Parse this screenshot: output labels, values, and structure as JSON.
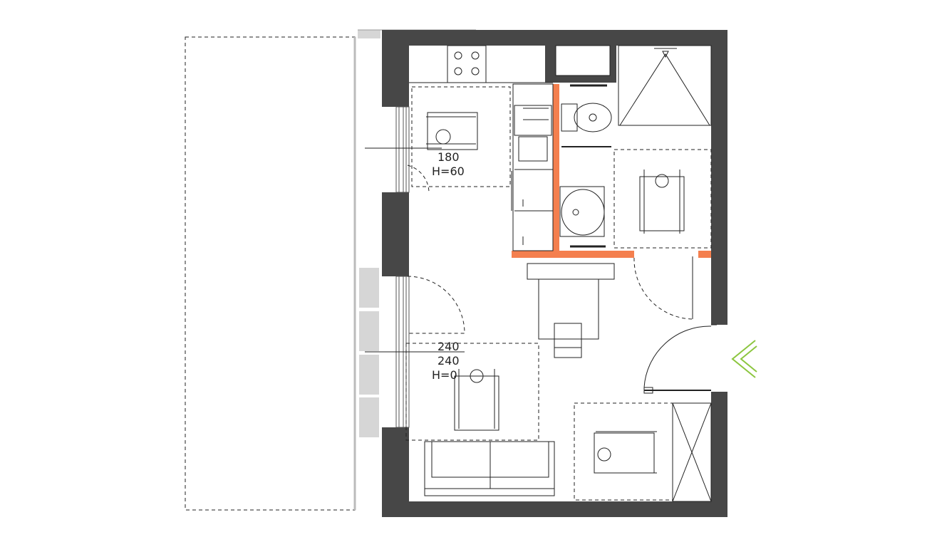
{
  "plan": {
    "dimension_labels": [
      {
        "id": "window-top-width",
        "text": "180"
      },
      {
        "id": "window-top-height",
        "text": "H=60"
      },
      {
        "id": "window-bottom-width-1",
        "text": "240"
      },
      {
        "id": "window-bottom-width-2",
        "text": "240"
      },
      {
        "id": "window-bottom-height",
        "text": "H=0"
      }
    ],
    "range_labels": [
      {
        "id": "stove-burner-1",
        "text": ""
      }
    ],
    "colors": {
      "wall": "#474747",
      "accessible_wall": "#f47f4e",
      "entrance_arrow": "#8cc63f",
      "terrace_panel": "#d6d6d6",
      "line": "#222222"
    },
    "icons": [
      "entrance-arrow-icon",
      "wheelchair-icon",
      "toilet-icon",
      "washbasin-icon",
      "shower-icon",
      "stove-icon",
      "sink-icon"
    ]
  }
}
